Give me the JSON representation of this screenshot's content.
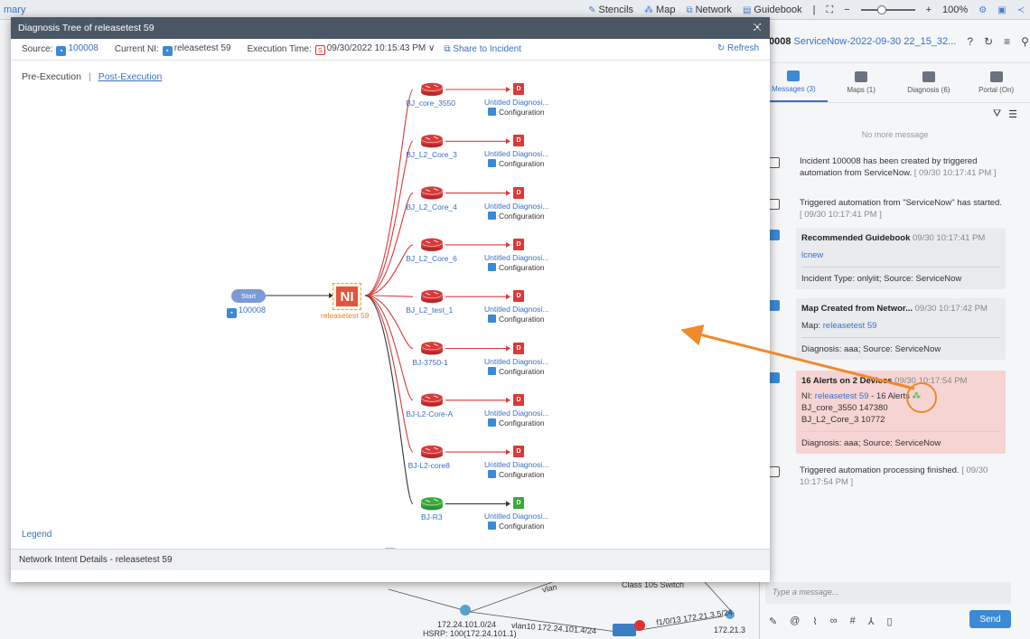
{
  "app": {
    "title": "mary",
    "tools": [
      {
        "icon": "stencil-icon",
        "label": "Stencils"
      },
      {
        "icon": "map-icon",
        "label": "Map"
      },
      {
        "icon": "network-icon",
        "label": "Network"
      },
      {
        "icon": "guidebook-icon",
        "label": "Guidebook"
      }
    ],
    "zoom": "100%"
  },
  "map_bg": {
    "labels": [
      "172.24.101.0/24",
      "HSRP: 100(172.24.101.1)",
      "vlan10 172.24.101.4/24",
      "f1/0/13 172.21.3.5/24",
      "172.21.3",
      "Class 105 Switch",
      "vlan"
    ]
  },
  "right_panel": {
    "title_prefix": "0008",
    "title_link": "ServiceNow-2022-09-30 22_15_32...",
    "tabs": [
      {
        "label": "Messages (3)",
        "active": true
      },
      {
        "label": "Maps (1)",
        "active": false
      },
      {
        "label": "Diagnosis (6)",
        "active": false
      },
      {
        "label": "Portal (On)",
        "active": false
      }
    ],
    "no_more": "No more message",
    "messages": {
      "m1_text": "Incident 100008 has been created by triggered automation from ServiceNow.",
      "m1_time": "[ 09/30 10:17:41 PM ]",
      "m2_text": "Triggered automation from \"ServiceNow\" has started.",
      "m2_time": "[ 09/30 10:17:41 PM ]",
      "m3_title": "Recommended Guidebook",
      "m3_time": "09/30 10:17:41 PM",
      "m3_link": "lcnew",
      "m3_detail": "Incident Type: onlyiit; Source: ServiceNow",
      "m4_title": "Map Created from Networ...",
      "m4_time": "09/30 10:17:42 PM",
      "m4_map_label": "Map:",
      "m4_map_link": "releasetest 59",
      "m4_detail": "Diagnosis: aaa; Source: ServiceNow",
      "m5_title": "16 Alerts on 2 Devices",
      "m5_time": "09/30 10:17:54 PM",
      "m5_ni_label": "NI:",
      "m5_ni_link": "releasetest 59",
      "m5_ni_suffix": "- 16 Alerts",
      "m5_line1": "BJ_core_3550 147380",
      "m5_line2": "BJ_L2_Core_3 10772",
      "m5_detail": "Diagnosis: aaa; Source: ServiceNow",
      "m6_text": "Triggered automation processing finished.",
      "m6_time": "[ 09/30 10:17:54 PM ]"
    },
    "input_placeholder": "Type a message...",
    "send_label": "Send"
  },
  "dialog": {
    "title": "Diagnosis Tree of releasetest 59",
    "source_label": "Source:",
    "source_value": "100008",
    "current_ni_label": "Current NI:",
    "current_ni_value": "releasetest 59",
    "exec_time_label": "Execution Time:",
    "exec_time_value": "09/30/2022 10:15:43 PM",
    "share_label": "Share to Incident",
    "refresh_label": "Refresh",
    "tab_pre": "Pre-Execution",
    "tab_post": "Post-Execution",
    "legend_label": "Legend",
    "ni_details_label": "Network Intent Details - releasetest 59"
  },
  "tree": {
    "start_label": "Start",
    "start_id": "100008",
    "ni_glyph": "NI",
    "ni_label": "releasetest 59",
    "diag_glyph": "D",
    "diag_name": "Untitled Diagnosi...",
    "diag_sub": "Configuration",
    "colors": {
      "alert": "#d93a3a",
      "ok": "#3aaa3a",
      "ok_dark": "#2f8f2f"
    },
    "devices": [
      {
        "name": "BJ_core_3550",
        "status": "alert"
      },
      {
        "name": "BJ_L2_Core_3",
        "status": "alert"
      },
      {
        "name": "BJ_L2_Core_4",
        "status": "alert"
      },
      {
        "name": "BJ_L2_Core_6",
        "status": "alert"
      },
      {
        "name": "BJ_L2_test_1",
        "status": "alert"
      },
      {
        "name": "BJ-3750-1",
        "status": "alert"
      },
      {
        "name": "BJ-L2-Core-A",
        "status": "alert"
      },
      {
        "name": "BJ-L2-core8",
        "status": "alert"
      },
      {
        "name": "BJ-R3",
        "status": "ok"
      }
    ]
  },
  "annotation": {
    "color": "#f08a2a"
  }
}
